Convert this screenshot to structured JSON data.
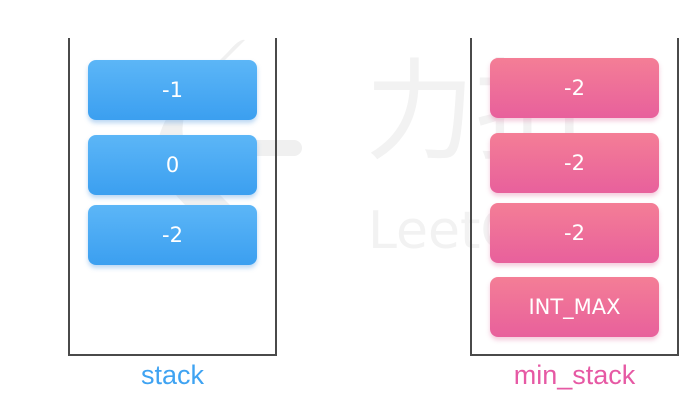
{
  "stack": {
    "label": "stack",
    "items": [
      "-1",
      "0",
      "-2"
    ]
  },
  "min_stack": {
    "label": "min_stack",
    "items": [
      "-2",
      "-2",
      "-2",
      "INT_MAX"
    ]
  },
  "watermark": {
    "brand": "LeetCode",
    "brand_cn": "力扣"
  },
  "colors": {
    "stack_block": "#4aa8f4",
    "min_stack_block": "#ee6f99",
    "stack_label": "#3fa3f2",
    "min_stack_label": "#e659a4",
    "container_border": "#4a4a4a"
  }
}
